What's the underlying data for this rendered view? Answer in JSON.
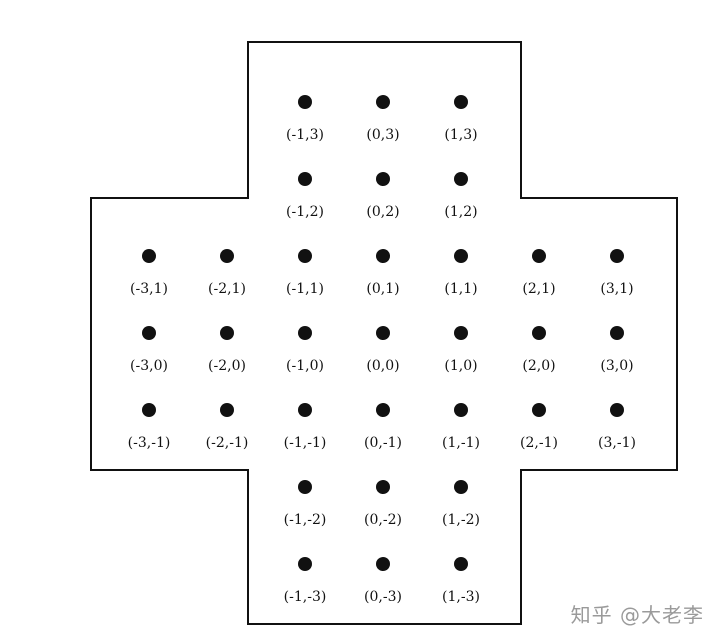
{
  "board": {
    "points": [
      {
        "x": -1,
        "y": 3,
        "label": "(-1,3)"
      },
      {
        "x": 0,
        "y": 3,
        "label": "(0,3)"
      },
      {
        "x": 1,
        "y": 3,
        "label": "(1,3)"
      },
      {
        "x": -1,
        "y": 2,
        "label": "(-1,2)"
      },
      {
        "x": 0,
        "y": 2,
        "label": "(0,2)"
      },
      {
        "x": 1,
        "y": 2,
        "label": "(1,2)"
      },
      {
        "x": -3,
        "y": 1,
        "label": "(-3,1)"
      },
      {
        "x": -2,
        "y": 1,
        "label": "(-2,1)"
      },
      {
        "x": -1,
        "y": 1,
        "label": "(-1,1)"
      },
      {
        "x": 0,
        "y": 1,
        "label": "(0,1)"
      },
      {
        "x": 1,
        "y": 1,
        "label": "(1,1)"
      },
      {
        "x": 2,
        "y": 1,
        "label": "(2,1)"
      },
      {
        "x": 3,
        "y": 1,
        "label": "(3,1)"
      },
      {
        "x": -3,
        "y": 0,
        "label": "(-3,0)"
      },
      {
        "x": -2,
        "y": 0,
        "label": "(-2,0)"
      },
      {
        "x": -1,
        "y": 0,
        "label": "(-1,0)"
      },
      {
        "x": 0,
        "y": 0,
        "label": "(0,0)"
      },
      {
        "x": 1,
        "y": 0,
        "label": "(1,0)"
      },
      {
        "x": 2,
        "y": 0,
        "label": "(2,0)"
      },
      {
        "x": 3,
        "y": 0,
        "label": "(3,0)"
      },
      {
        "x": -3,
        "y": -1,
        "label": "(-3,-1)"
      },
      {
        "x": -2,
        "y": -1,
        "label": "(-2,-1)"
      },
      {
        "x": -1,
        "y": -1,
        "label": "(-1,-1)"
      },
      {
        "x": 0,
        "y": -1,
        "label": "(0,-1)"
      },
      {
        "x": 1,
        "y": -1,
        "label": "(1,-1)"
      },
      {
        "x": 2,
        "y": -1,
        "label": "(2,-1)"
      },
      {
        "x": 3,
        "y": -1,
        "label": "(3,-1)"
      },
      {
        "x": -1,
        "y": -2,
        "label": "(-1,-2)"
      },
      {
        "x": 0,
        "y": -2,
        "label": "(0,-2)"
      },
      {
        "x": 1,
        "y": -2,
        "label": "(1,-2)"
      },
      {
        "x": -1,
        "y": -3,
        "label": "(-1,-3)"
      },
      {
        "x": 0,
        "y": -3,
        "label": "(0,-3)"
      },
      {
        "x": 1,
        "y": -3,
        "label": "(1,-3)"
      }
    ]
  },
  "watermark": "知乎 @大老李"
}
